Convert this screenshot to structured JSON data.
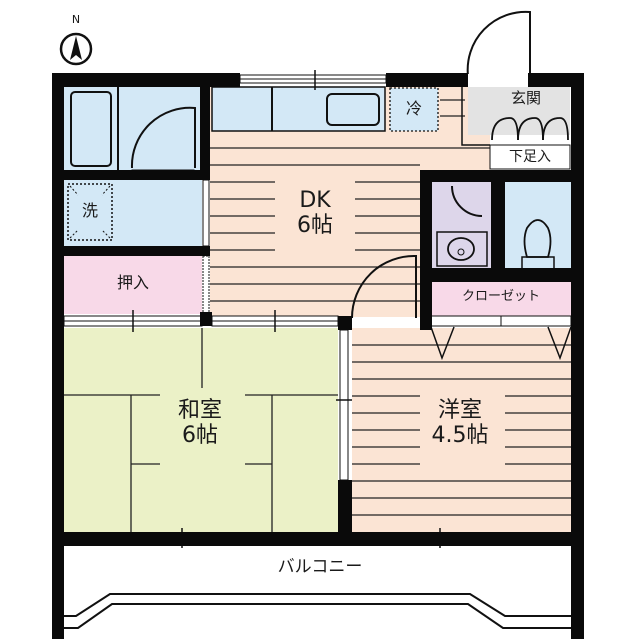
{
  "compass": {
    "label": "N",
    "icon": "north-arrow-icon"
  },
  "colors": {
    "wall": "#0a0a0a",
    "wet_area": "#d3e8f6",
    "flooring": "#fbe4d4",
    "tatami": "#ebf1c7",
    "storage": "#f8d9e8",
    "entrance": "#e3e3e3",
    "washroom": "#ddd6ea",
    "balcony": "#ffffff"
  },
  "rooms": {
    "dk": {
      "name": "DK",
      "size": "6帖"
    },
    "washitsu": {
      "name": "和室",
      "size": "6帖"
    },
    "youshitsu": {
      "name": "洋室",
      "size": "4.5帖"
    },
    "oshiire": {
      "name": "押入"
    },
    "closet": {
      "name": "クローゼット"
    },
    "genkan": {
      "name": "玄関"
    },
    "getabako": {
      "name": "下足入"
    },
    "washer": {
      "name": "洗"
    },
    "fridge": {
      "name": "冷"
    },
    "balcony": {
      "name": "バルコニー"
    }
  }
}
